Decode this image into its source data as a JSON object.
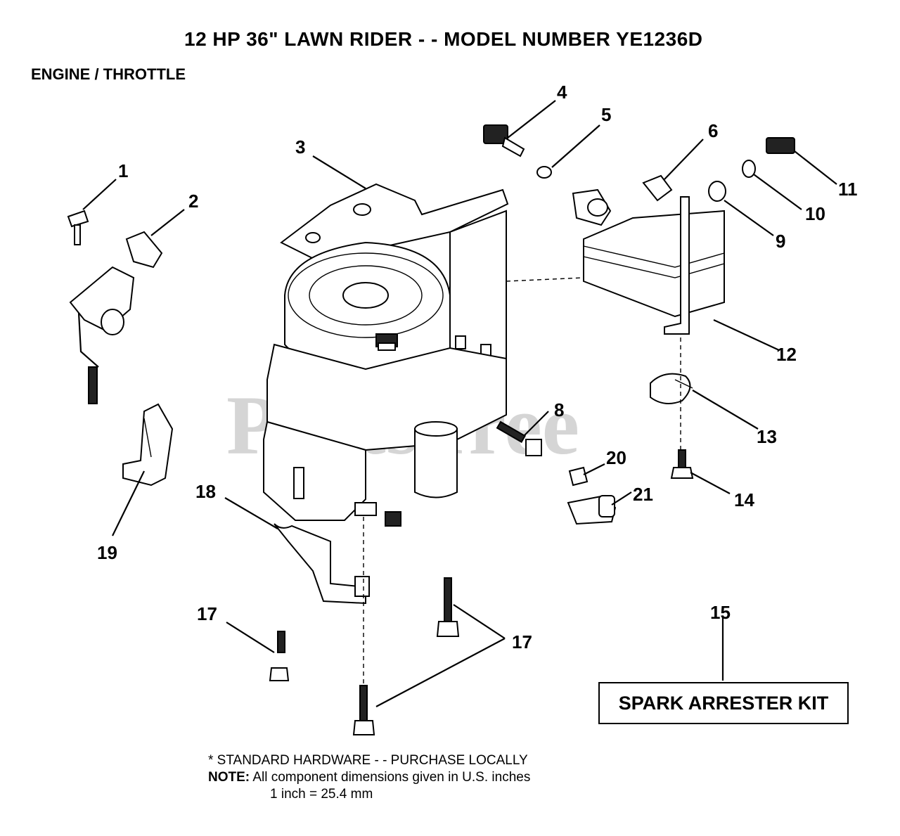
{
  "title": "12 HP 36\" LAWN RIDER - - MODEL NUMBER YE1236D",
  "subtitle": "ENGINE / THROTTLE",
  "watermark": "PartsTree",
  "callouts": {
    "c1": "1",
    "c2": "2",
    "c3": "3",
    "c4": "4",
    "c5": "5",
    "c6": "6",
    "c8": "8",
    "c9": "9",
    "c10": "10",
    "c11": "11",
    "c12": "12",
    "c13": "13",
    "c14": "14",
    "c15": "15",
    "c17a": "17",
    "c17b": "17",
    "c18": "18",
    "c19": "19",
    "c20": "20",
    "c21": "21"
  },
  "kit_label": "SPARK ARRESTER KIT",
  "notes": {
    "line1": "* STANDARD HARDWARE - - PURCHASE LOCALLY",
    "note_label": "NOTE:",
    "line2": " All component dimensions given in U.S. inches",
    "line3": "1 inch = 25.4 mm"
  }
}
